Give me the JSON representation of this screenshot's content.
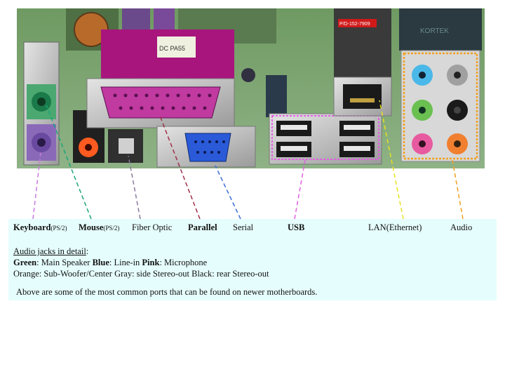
{
  "labels": {
    "keyboard": {
      "name": "Keyboard",
      "suffix": "(PS/2)"
    },
    "mouse": {
      "name": "Mouse",
      "suffix": "(PS/2)"
    },
    "fiber_optic": "Fiber Optic",
    "parallel": "Parallel",
    "serial": "Serial",
    "usb": "USB",
    "lan": "LAN(Ethernet)",
    "audio": "Audio"
  },
  "audio_detail": {
    "heading": "Audio jacks in detail",
    "heading_colon": ":",
    "line1": [
      {
        "key": "Green",
        "text": ": Main Speaker "
      },
      {
        "key": "Blue",
        "text": ": Line-in "
      },
      {
        "key": "Pink",
        "text": ": Microphone"
      }
    ],
    "line2": "Orange: Sub-Woofer/Center Gray: side Stereo-out Black: rear Stereo-out"
  },
  "footer": "Above are some of the most common ports that can be found on newer motherboards.",
  "photo_text": {
    "sticker_code": "DC PA55",
    "red_tag": "P/D-152-7909",
    "brand": "KORTEK"
  },
  "colors": {
    "caption_bg": "#e6fdfd",
    "keyboard_leader": "#c77be0",
    "mouse_leader": "#1aa67a",
    "fiber_leader": "#8a7a9a",
    "parallel_leader": "#a0304a",
    "serial_leader": "#3a6fd8",
    "usb_leader": "#e060e0",
    "lan_leader": "#e8e020",
    "audio_leader": "#f0a020"
  }
}
